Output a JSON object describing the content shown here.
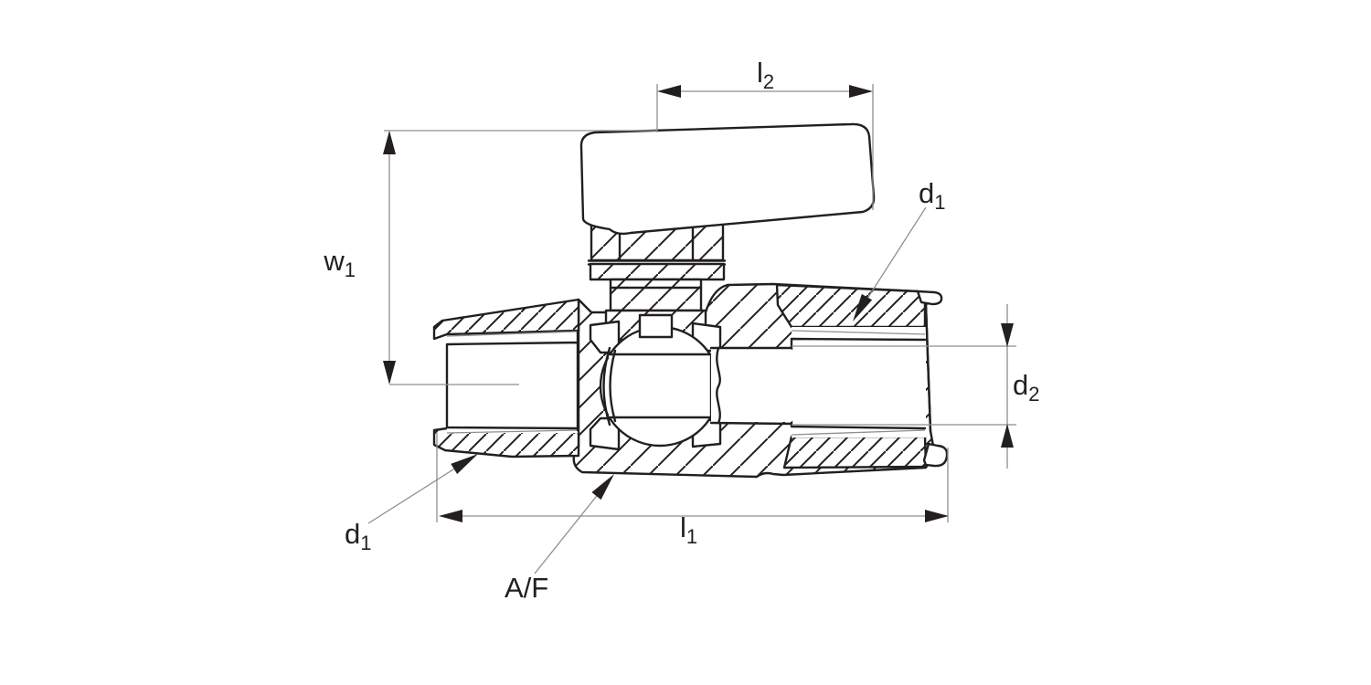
{
  "diagram": {
    "subject": "ball-valve cross-section technical drawing",
    "labels": {
      "l2": {
        "base": "l",
        "sub": "2"
      },
      "w1": {
        "base": "w",
        "sub": "1"
      },
      "d1_upper": {
        "base": "d",
        "sub": "1"
      },
      "d1_lower": {
        "base": "d",
        "sub": "1"
      },
      "d2": {
        "base": "d",
        "sub": "2"
      },
      "l1": {
        "base": "l",
        "sub": "1"
      },
      "af": {
        "base": "A/F"
      }
    },
    "colors": {
      "line": "#231f20",
      "dim_line": "#8f8f8f",
      "background": "#ffffff"
    }
  }
}
